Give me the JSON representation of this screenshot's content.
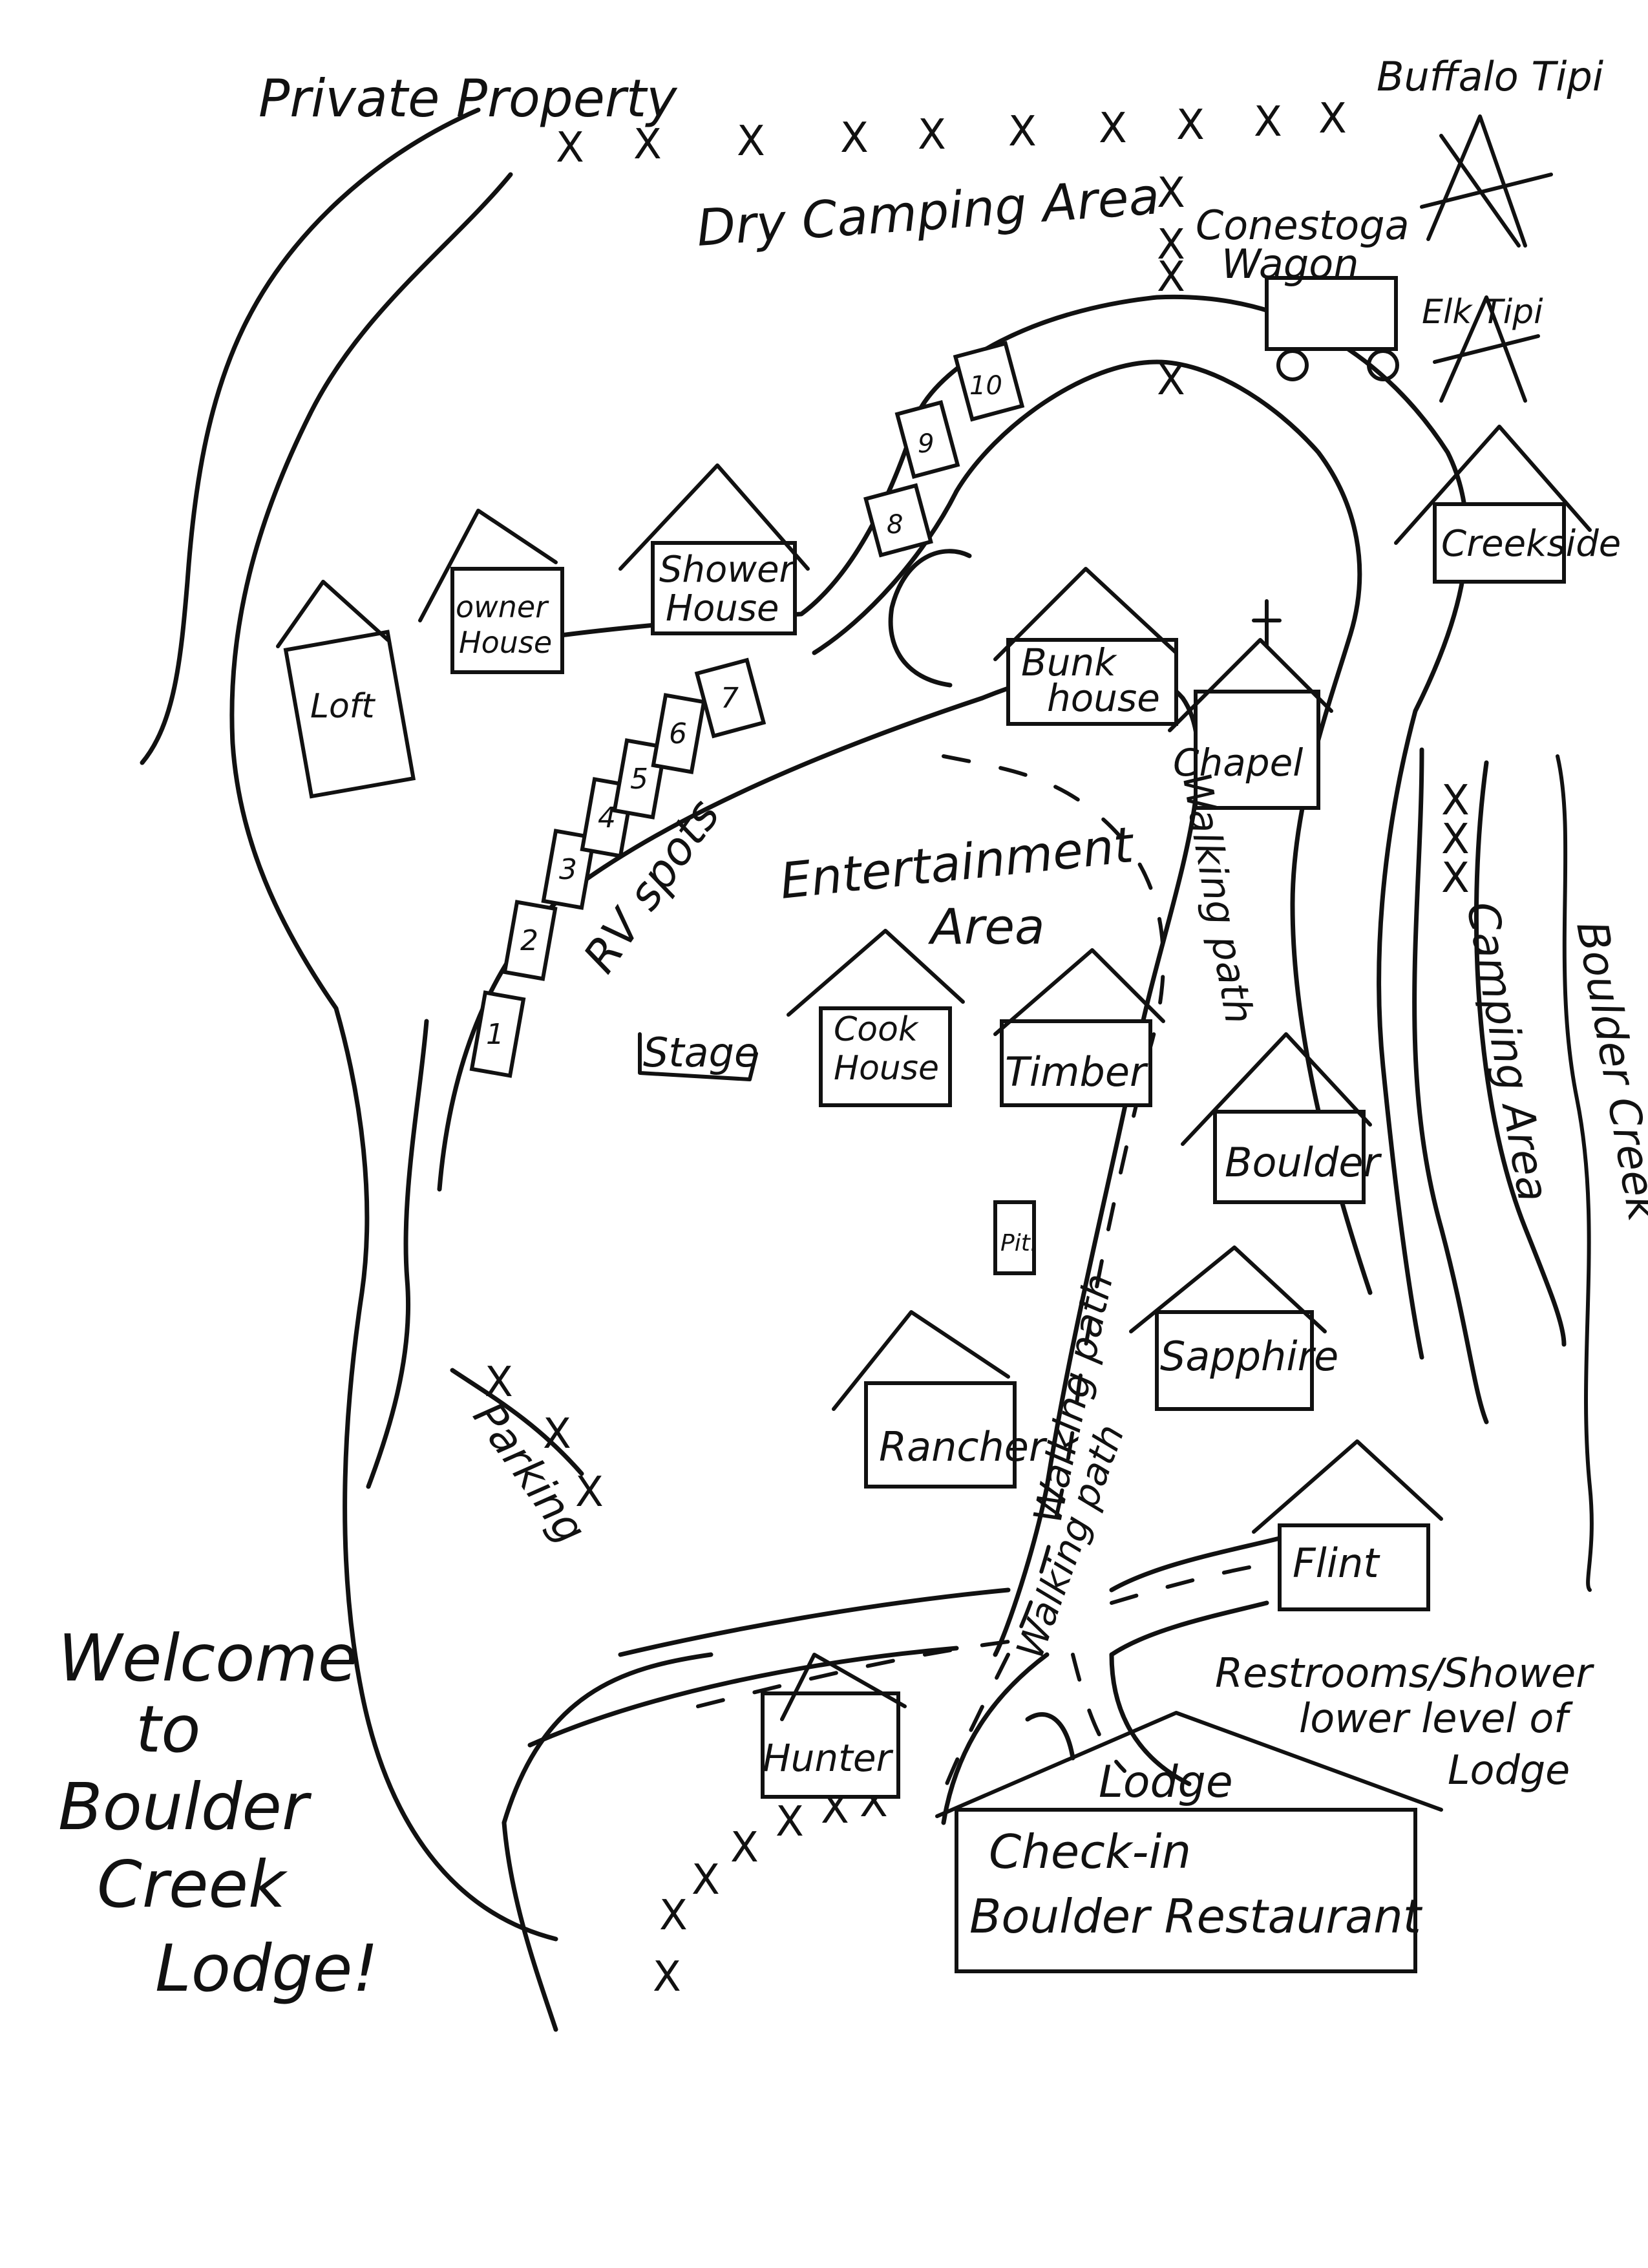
{
  "labels": {
    "private_property": "Private Property",
    "buffalo_tipi": "Buffalo Tipi",
    "dry_camping": "Dry Camping Area",
    "conestoga": "Conestoga Wagon",
    "elk_tipi": "Elk Tipi",
    "creekside": "Creekside",
    "shower_house": "Shower House",
    "owner_house": "owner House",
    "loft": "Loft",
    "bunk_house": "Bunk house",
    "chapel": "Chapel",
    "rv_spots": "RV spots",
    "entertainment": "Entertainment Area",
    "walking_path_top": "Walking path",
    "stage": "Stage",
    "cook_house": "Cook House",
    "timber": "Timber",
    "boulder": "Boulder",
    "camping_area": "Camping Area",
    "boulder_creek": "Boulder Creek",
    "pit": "Pit.",
    "sapphire": "Sapphire",
    "rancher": "Rancher",
    "walking_path_mid": "Walking path",
    "walking_path_low": "Walking path",
    "parking": "Parking",
    "flint": "Flint",
    "restrooms_1": "Restrooms/Shower",
    "restrooms_2": "lower level of",
    "restrooms_3": "Lodge",
    "hunter": "Hunter",
    "lodge": "Lodge",
    "check_in": "Check-in",
    "restaurant": "Boulder Restaurant",
    "welcome_1": "Welcome",
    "welcome_2": "to",
    "welcome_3": "Boulder",
    "welcome_4": "Creek",
    "welcome_5": "Lodge!"
  },
  "rv_spots": [
    "1",
    "2",
    "3",
    "4",
    "5",
    "6",
    "7",
    "8",
    "9",
    "10"
  ],
  "fence_mark": "X"
}
